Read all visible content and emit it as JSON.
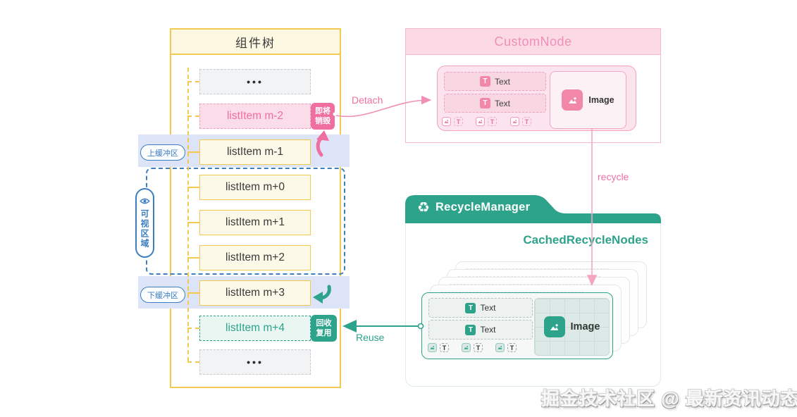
{
  "tree": {
    "title": "组件树",
    "upper_buffer_label": "上缓冲区",
    "visible_area_label": "可视区域",
    "lower_buffer_label": "下缓冲区",
    "items": [
      {
        "label": "•••"
      },
      {
        "label": "listItem m-2"
      },
      {
        "label": "listItem m-1"
      },
      {
        "label": "listItem m+0"
      },
      {
        "label": "listItem m+1"
      },
      {
        "label": "listItem m+2"
      },
      {
        "label": "listItem m+3"
      },
      {
        "label": "listItem m+4"
      },
      {
        "label": "•••"
      }
    ],
    "destroy_badge": {
      "line1": "即将",
      "line2": "销毁"
    },
    "reuse_badge": {
      "line1": "回收",
      "line2": "复用"
    }
  },
  "arrows": {
    "detach_label": "Detach",
    "recycle_label": "recycle",
    "reuse_label": "Reuse"
  },
  "custom_node": {
    "title": "CustomNode",
    "text_label": "Text",
    "image_label": "Image",
    "t_glyph": "T"
  },
  "recycle_manager": {
    "title": "RecycleManager",
    "subtitle": "CachedRecycleNodes",
    "recycle_glyph": "♻",
    "card": {
      "text_label": "Text",
      "image_label": "Image",
      "t_glyph": "T"
    }
  },
  "watermark": "掘金技术社区 @ 最新资讯动态",
  "colors": {
    "yellow": "#F3C94F",
    "pink": "#EE6FA0",
    "pink_light": "#F5B9CD",
    "blue": "#3D7EC1",
    "band_blue": "#DDE4F7",
    "green": "#2EA38B"
  }
}
